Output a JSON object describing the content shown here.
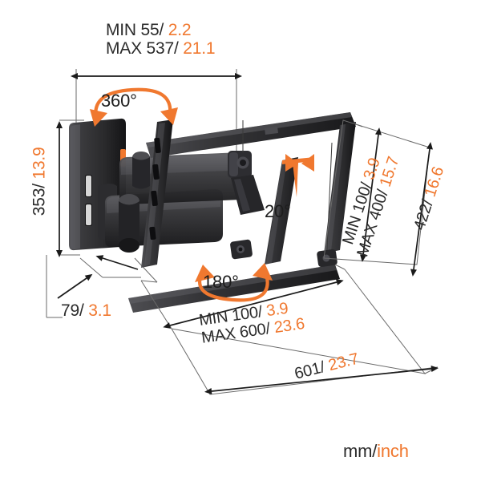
{
  "diagram": {
    "title": "TV wall mount dimension diagram",
    "units_label": {
      "metric": "mm/",
      "imperial": "inch"
    },
    "colors": {
      "accent_orange": "#f0782f",
      "text_dark": "#2b2b2b",
      "mount_dark": "#3a3a3c",
      "mount_darker": "#232325",
      "mount_light": "#5b5b5e",
      "dimension_line": "#1a1a1a",
      "background": "#ffffff"
    },
    "dimensions": {
      "depth_range": {
        "min_label": "MIN 55/",
        "min_value": "2.2",
        "max_label": "MAX 537/",
        "max_value": "21.1"
      },
      "height": {
        "label": "353/",
        "value": "13.9"
      },
      "wall_offset": {
        "label": "79/",
        "value": "3.1"
      },
      "vesa_vertical": {
        "min_label": "MIN 100/",
        "min_value": "3.9",
        "max_label": "MAX 400/",
        "max_value": "15.7"
      },
      "plate_height": {
        "label": "422/",
        "value": "16.6"
      },
      "vesa_horizontal": {
        "min_label": "MIN 100/",
        "min_value": "3.9",
        "max_label": "MAX 600/",
        "max_value": "23.6"
      },
      "plate_width": {
        "label": "601/",
        "value": "23.7"
      }
    },
    "rotation_callouts": {
      "swivel": "360°",
      "turn": "180°",
      "tilt": "20°"
    }
  }
}
